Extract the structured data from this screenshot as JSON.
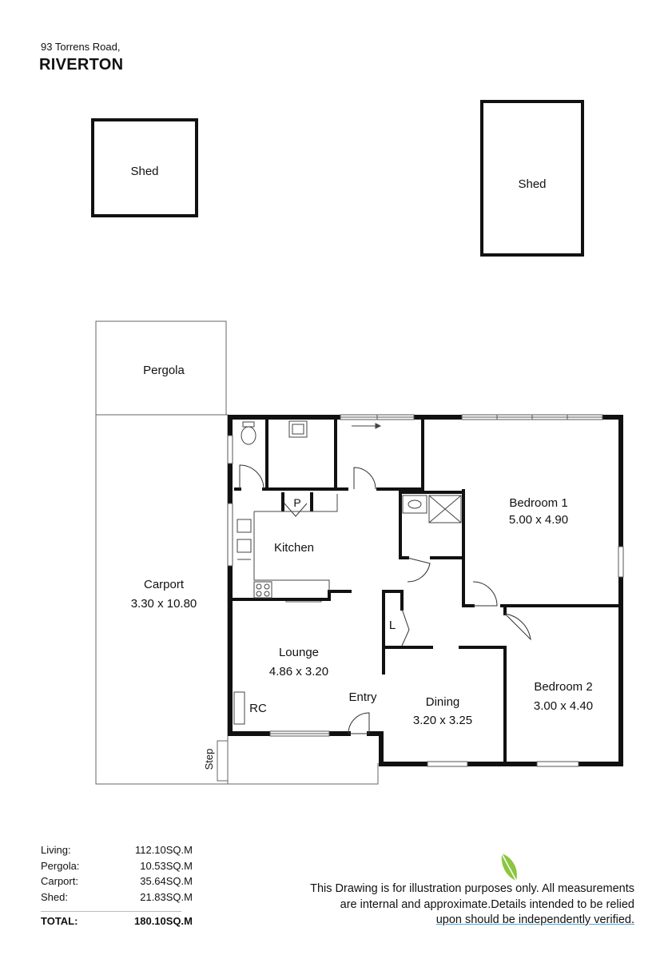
{
  "address": {
    "street": "93 Torrens Road,",
    "suburb": "RIVERTON"
  },
  "rooms": {
    "shed_left": "Shed",
    "shed_right": "Shed",
    "pergola": "Pergola",
    "carport": "Carport",
    "carport_dims": "3.30 x 10.80",
    "kitchen": "Kitchen",
    "pantry": "P",
    "bedroom1": "Bedroom 1",
    "bedroom1_dims": "5.00 x 4.90",
    "lounge": "Lounge",
    "lounge_dims": "4.86 x 3.20",
    "linen": "L",
    "entry": "Entry",
    "rc": "RC",
    "dining": "Dining",
    "dining_dims": "3.20 x 3.25",
    "bedroom2": "Bedroom 2",
    "bedroom2_dims": "3.00 x 4.40",
    "step": "Step"
  },
  "areas": [
    {
      "label": "Living:",
      "value": "112.10SQ.M"
    },
    {
      "label": "Pergola:",
      "value": "10.53SQ.M"
    },
    {
      "label": "Carport:",
      "value": "35.64SQ.M"
    },
    {
      "label": "Shed:",
      "value": "21.83SQ.M"
    }
  ],
  "total": {
    "label": "TOTAL:",
    "value": "180.10SQ.M"
  },
  "disclaimer": {
    "line1": "This Drawing is for illustration purposes only. All measurements",
    "line2": "are internal and approximate.Details intended to be relied",
    "line3": "upon should be independently verified."
  },
  "colors": {
    "wall": "#111111",
    "thin": "#555555",
    "accent": "#8cc63f",
    "underline": "#4aa8e0"
  },
  "icons": {
    "logo": "leaf-icon"
  }
}
